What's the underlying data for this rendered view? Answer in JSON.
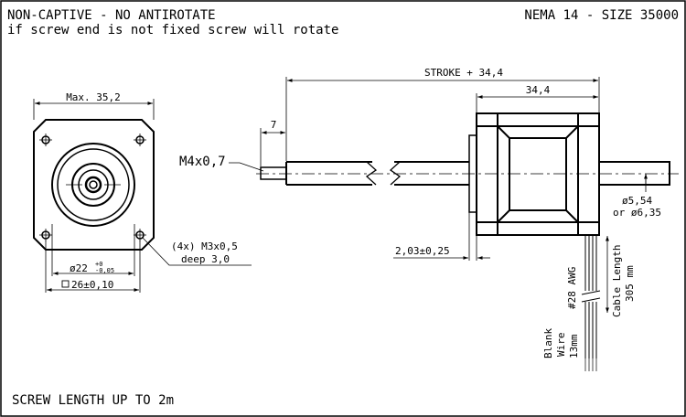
{
  "header": {
    "title_left": "NON-CAPTIVE - NO ANTIROTATE",
    "subtitle_left": "if screw end is not fixed screw will rotate",
    "title_right": "NEMA 14 - SIZE 35000"
  },
  "footer": {
    "note": "SCREW LENGTH UP TO 2m"
  },
  "front_view": {
    "max_label": "Max. 35,2",
    "pilot_diameter": "ø22",
    "pilot_tol_upper": "+0",
    "pilot_tol_lower": "-0,05",
    "bolt_square": "26±0,10",
    "holes_label_1": "(4x) M3x0,5",
    "holes_label_2": "deep 3,0"
  },
  "side_view": {
    "thread_label": "M4x0,7",
    "thread_length": "7",
    "stroke_label": "STROKE + 34,4",
    "body_length": "34,4",
    "pilot_height": "2,03±0,25",
    "screw_dia_1": "ø5,54",
    "screw_dia_2": "or ø6,35",
    "awg_label": "#28 AWG",
    "cable_label_1": "Cable Length",
    "cable_label_2": "305 mm",
    "blank_1": "Blank",
    "blank_2": "Wire",
    "blank_3": "13mm"
  }
}
